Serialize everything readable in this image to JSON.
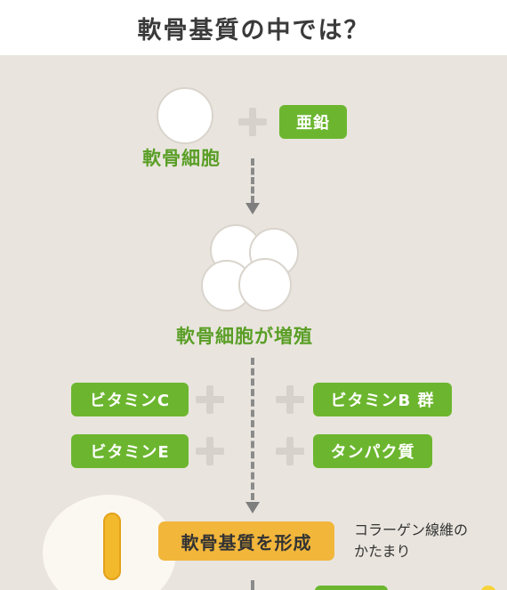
{
  "title": "軟骨基質の中では？",
  "nodes": {
    "cell_label": "軟骨細胞",
    "zinc": "亜鉛",
    "proliferation_label": "軟骨細胞が増殖",
    "vitamin_c": "ビタミンC",
    "vitamin_e": "ビタミンE",
    "vitamin_b": "ビタミンB 群",
    "protein": "タンパク質",
    "matrix": "軟骨基質を形成",
    "collagen_line1": "コラーゲン線維の",
    "collagen_line2": "かたまり"
  },
  "colors": {
    "green_tag": "#6cb62f",
    "green_text": "#5a9e26",
    "orange_tag": "#f2b63b",
    "panel_bg": "#e9e5de"
  }
}
